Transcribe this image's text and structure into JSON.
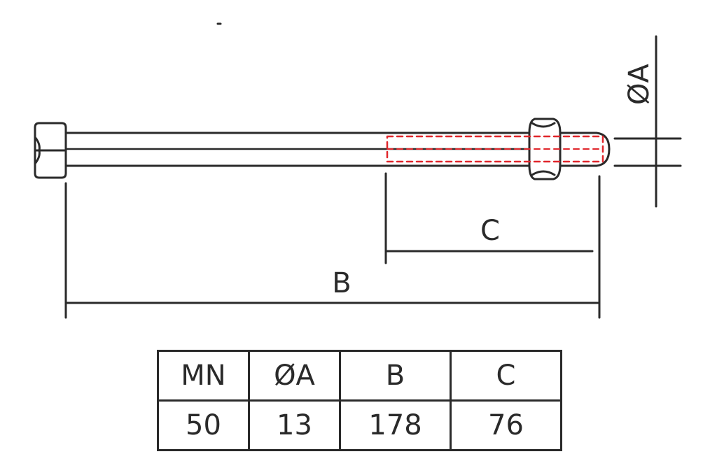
{
  "drawing": {
    "dimension_labels": {
      "diameter": "ØA",
      "overall_length": "B",
      "thread_length": "C"
    },
    "colors": {
      "line": "#2a2a2a",
      "thread_hidden": "#e0262b"
    }
  },
  "spec_table": {
    "headers": [
      "MN",
      "ØA",
      "B",
      "C"
    ],
    "rows": [
      [
        "50",
        "13",
        "178",
        "76"
      ]
    ]
  }
}
